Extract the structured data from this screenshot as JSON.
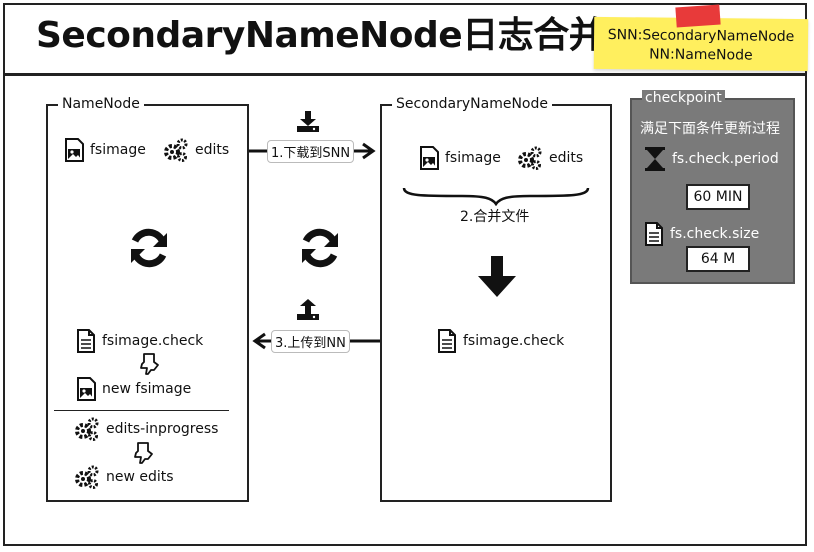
{
  "title": "SecondaryNameNode日志合并",
  "note": {
    "line1": "SNN:SecondaryNameNode",
    "line2": "NN:NameNode"
  },
  "namenode": {
    "label": "NameNode",
    "fsimage": "fsimage",
    "edits": "edits",
    "fsimage_check": "fsimage.check",
    "new_fsimage": "new fsimage",
    "edits_inprogress": "edits-inprogress",
    "new_edits": "new edits"
  },
  "snn": {
    "label": "SecondaryNameNode",
    "fsimage": "fsimage",
    "edits": "edits",
    "merge_label": "2.合并文件",
    "fsimage_check": "fsimage.check"
  },
  "arrows": {
    "download": "1.下载到SNN",
    "upload": "3.上传到NN"
  },
  "checkpoint": {
    "label": "checkpoint",
    "description": "满足下面条件更新过程",
    "period_name": "fs.check.period",
    "period_value": "60 MIN",
    "size_name": "fs.check.size",
    "size_value": "64 M"
  }
}
